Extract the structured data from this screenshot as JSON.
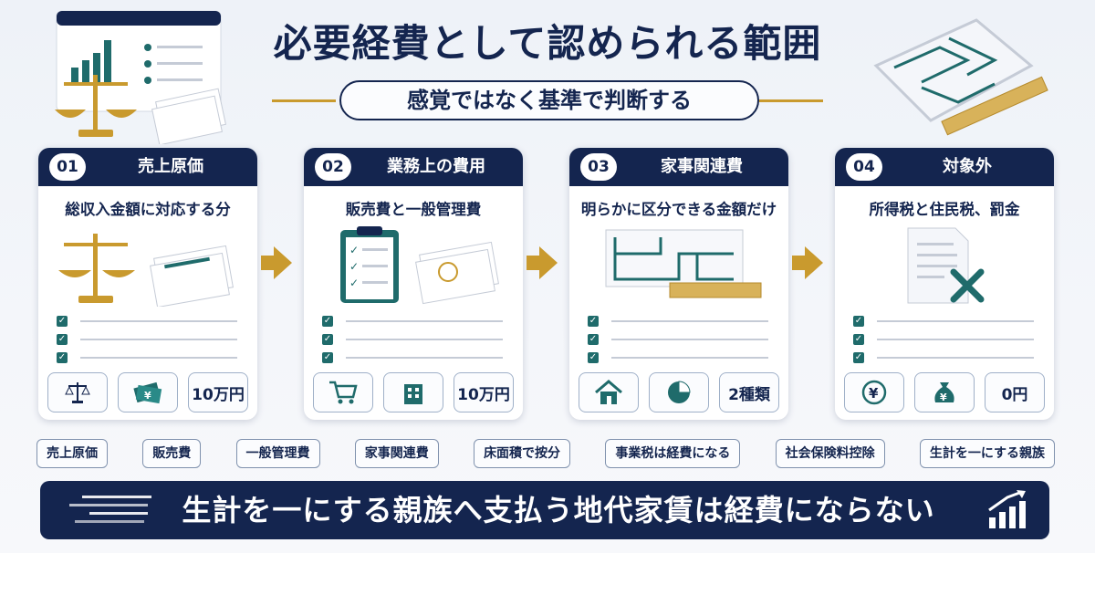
{
  "title": "必要経費として認められる範囲",
  "subtitle": "感覚ではなく基準で判断する",
  "cards": [
    {
      "num": "01",
      "title": "売上原価",
      "desc": "総収入金額に対応する分",
      "tiles": [
        "scale-icon",
        "yen-bills-icon",
        "10万円"
      ]
    },
    {
      "num": "02",
      "title": "業務上の費用",
      "desc": "販売費と一般管理費",
      "tiles": [
        "cart-icon",
        "building-icon",
        "10万円"
      ]
    },
    {
      "num": "03",
      "title": "家事関連費",
      "desc": "明らかに区分できる金額だけ",
      "tiles": [
        "house-icon",
        "pie-icon",
        "2種類"
      ]
    },
    {
      "num": "04",
      "title": "対象外",
      "desc": "所得税と住民税、罰金",
      "tiles": [
        "yen-coin-icon",
        "money-bag-icon",
        "0円"
      ]
    }
  ],
  "tags": [
    "売上原価",
    "販売費",
    "一般管理費",
    "家事関連費",
    "床面積で按分",
    "事業税は経費になる",
    "社会保険料控除",
    "生計を一にする親族"
  ],
  "banner": "生計を一にする親族へ支払う地代家賃は経費にならない",
  "colors": {
    "navy": "#14254f",
    "gold": "#c99a2e",
    "teal": "#1f6b6b"
  }
}
